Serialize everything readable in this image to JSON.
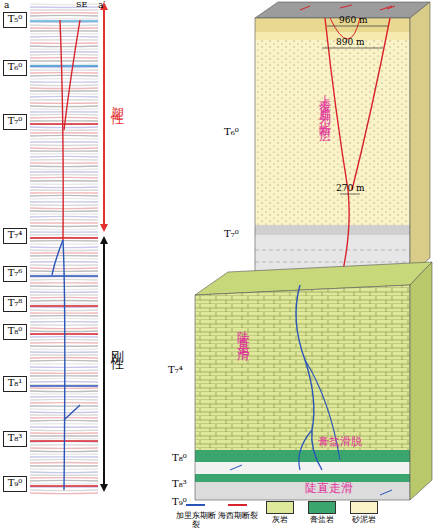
{
  "diagram": {
    "nodes": [
      {
        "text": [
          "T₅⁰"
        ]
      },
      {
        "text": [
          "T₆⁰"
        ]
      },
      {
        "text": [
          "T₇⁰"
        ]
      },
      {
        "text": [
          "T₇⁴"
        ]
      },
      {
        "text": [
          "T₇⁶"
        ]
      },
      {
        "text": [
          "T₇⁸"
        ]
      },
      {
        "text": [
          "T₈⁰"
        ]
      },
      {
        "text": [
          "T₈¹"
        ]
      },
      {
        "text": [
          "T₈³"
        ]
      },
      {
        "text": [
          "T₉⁰"
        ]
      }
    ],
    "labels": [
      "a",
      "SE",
      "a′",
      "塑性",
      "刚性",
      "960 m",
      "890 m",
      "270 m",
      "上覆雁列正断层",
      "陡直走滑",
      "膏盐滑脱",
      "陡直走滑",
      "T₆⁰",
      "T₇⁰",
      "T₇⁴",
      "T₈⁰",
      "T₈³",
      "T₉⁰"
    ],
    "legend": [
      {
        "text": "加里东期断裂"
      },
      {
        "text": "海西期断裂"
      },
      {
        "text": "灰岩",
        "color": "#dfe79a"
      },
      {
        "text": "膏盐岩",
        "color": "#3aa66e"
      },
      {
        "text": "砂泥岩",
        "color": "#fbf3c8"
      }
    ]
  }
}
